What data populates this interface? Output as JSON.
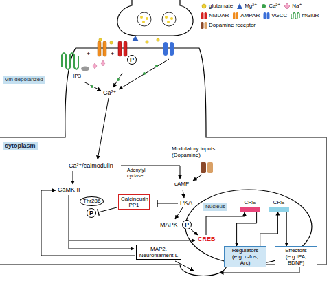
{
  "diagram": {
    "nodes": [
      {
        "text": [
          "P"
        ]
      },
      {
        "text": [
          "Vm depolarized"
        ]
      },
      {
        "text": [
          "cytoplasm"
        ]
      },
      {
        "text": [
          "Calcineurin PP1"
        ]
      },
      {
        "text": [
          "Thr286"
        ]
      },
      {
        "text": [
          "CRE"
        ]
      },
      {
        "text": [
          "CRE"
        ]
      },
      {
        "text": [
          "Nucleus"
        ]
      },
      {
        "text": [
          "P"
        ]
      },
      {
        "text": [
          "P"
        ]
      },
      {
        "text": [
          "MAP2, Neurofilament L"
        ]
      },
      {
        "text": [
          "Regulators (e.g. c-fos, Arc)"
        ]
      },
      {
        "text": [
          "Effectors (e.g.tPA, BDNF)"
        ]
      }
    ],
    "edges": [
      {
        "from": 5,
        "to": 11,
        "arrow": "to"
      },
      {
        "from": 11,
        "to": 6,
        "arrow": "to"
      },
      {
        "from": 6,
        "to": 12,
        "arrow": "to"
      }
    ],
    "labels": [
      "+",
      "+",
      "IP3",
      "Ca²⁺",
      "Ca²⁺/calmodulin",
      "Modulatory inputs (Dopamine)",
      "Adenylyl cyclase",
      "cAMP",
      "CaMK II",
      "PKA",
      "MAPK",
      "CREB"
    ],
    "legend": [
      {
        "text": "glutamate"
      },
      {
        "text": "Mg²⁺"
      },
      {
        "text": "Ca²⁺"
      },
      {
        "text": "Na⁺"
      },
      {
        "text": "NMDAR"
      },
      {
        "text": "AMPAR"
      },
      {
        "text": "VGCC"
      },
      {
        "text": "mGluR"
      },
      {
        "text": "Dopamine receptor"
      }
    ]
  }
}
